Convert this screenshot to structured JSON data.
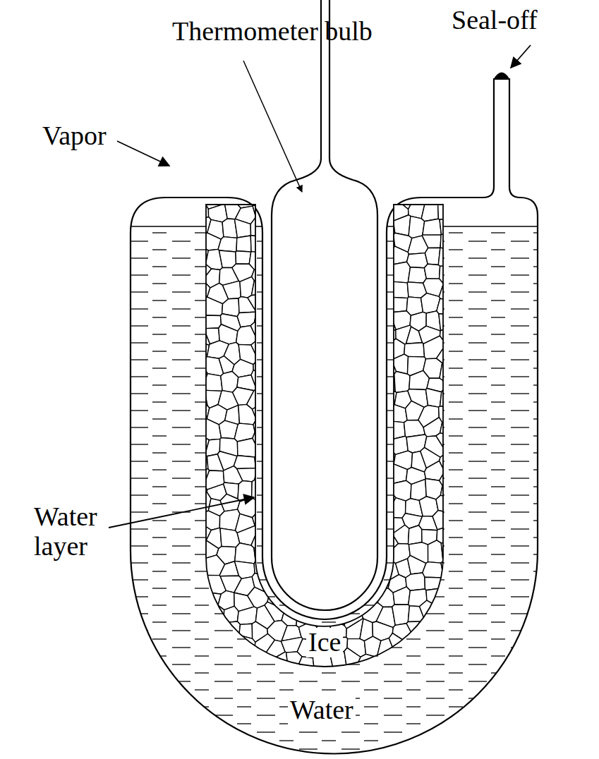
{
  "diagram": {
    "labels": [
      "Thermometer bulb",
      "Seal-off",
      "Vapor",
      "Water layer",
      "Ice",
      "Water"
    ]
  }
}
